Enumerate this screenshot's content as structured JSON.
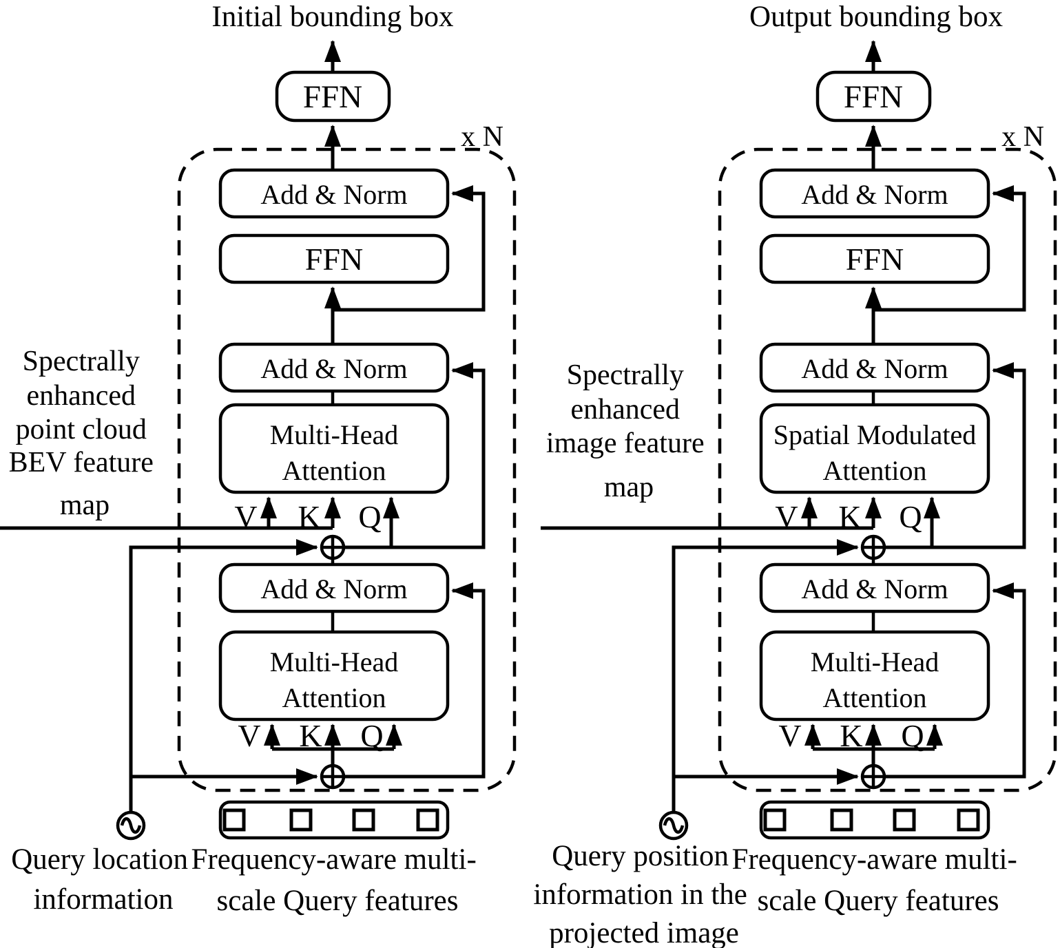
{
  "colors": {
    "ink": "#000000",
    "background": "#ffffff"
  },
  "icons": {
    "positional_encoding": "sine-wave-circle-icon",
    "add_operator": "circle-plus-icon",
    "arrowhead": "filled-triangle"
  },
  "diagrams": [
    {
      "id": "lidar-branch",
      "title": "Initial bounding box",
      "repeat_label": "x N",
      "ffn_head": "FFN",
      "blocks": {
        "add_norm_1": "Add & Norm",
        "ffn_inner": "FFN",
        "add_norm_2": "Add & Norm",
        "cross_attention_line1": "Multi-Head",
        "cross_attention_line2": "Attention",
        "add_norm_3": "Add & Norm",
        "self_attention_line1": "Multi-Head",
        "self_attention_line2": "Attention"
      },
      "qkv": {
        "v": "V",
        "k": "K",
        "q": "Q"
      },
      "feature_map_label_lines": [
        "Spectrally",
        "enhanced",
        "point cloud",
        "BEV feature",
        "map"
      ],
      "pos_encoding_label_lines": [
        "Query location",
        "information"
      ],
      "query_features_label_lines": [
        "Frequency-aware multi-",
        "scale Query features"
      ]
    },
    {
      "id": "image-branch",
      "title": "Output bounding box",
      "repeat_label": "x N",
      "ffn_head": "FFN",
      "blocks": {
        "add_norm_1": "Add & Norm",
        "ffn_inner": "FFN",
        "add_norm_2": "Add & Norm",
        "cross_attention_line1": "Spatial Modulated",
        "cross_attention_line2": "Attention",
        "add_norm_3": "Add & Norm",
        "self_attention_line1": "Multi-Head",
        "self_attention_line2": "Attention"
      },
      "qkv": {
        "v": "V",
        "k": "K",
        "q": "Q"
      },
      "feature_map_label_lines": [
        "Spectrally",
        "enhanced",
        "image feature",
        "map"
      ],
      "pos_encoding_label_lines": [
        "Query position",
        "information in the",
        "projected image"
      ],
      "query_features_label_lines": [
        "Frequency-aware multi-",
        "scale Query features"
      ]
    }
  ]
}
